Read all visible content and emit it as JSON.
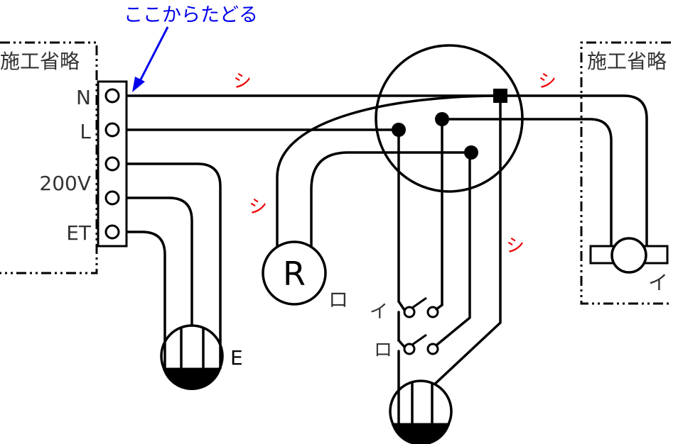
{
  "annotations": {
    "trace_start": "ここからたどる",
    "omitted_left": "施工省略",
    "omitted_right": "施工省略",
    "cable_marks": [
      "シ",
      "シ",
      "シ",
      "シ"
    ]
  },
  "terminal_block": {
    "labels": [
      "N",
      "L",
      "200V",
      "ET"
    ]
  },
  "devices": {
    "lamp_r_symbol": "R",
    "lamp_r_id": "ロ",
    "outlet_label": "E",
    "switch_i_label": "イ",
    "switch_ro_label": "ロ",
    "light_i_label": "イ"
  },
  "colors": {
    "annotation": "#0000ee",
    "cable_mark": "#ee0000",
    "wire": "#000000",
    "label": "#333333"
  }
}
